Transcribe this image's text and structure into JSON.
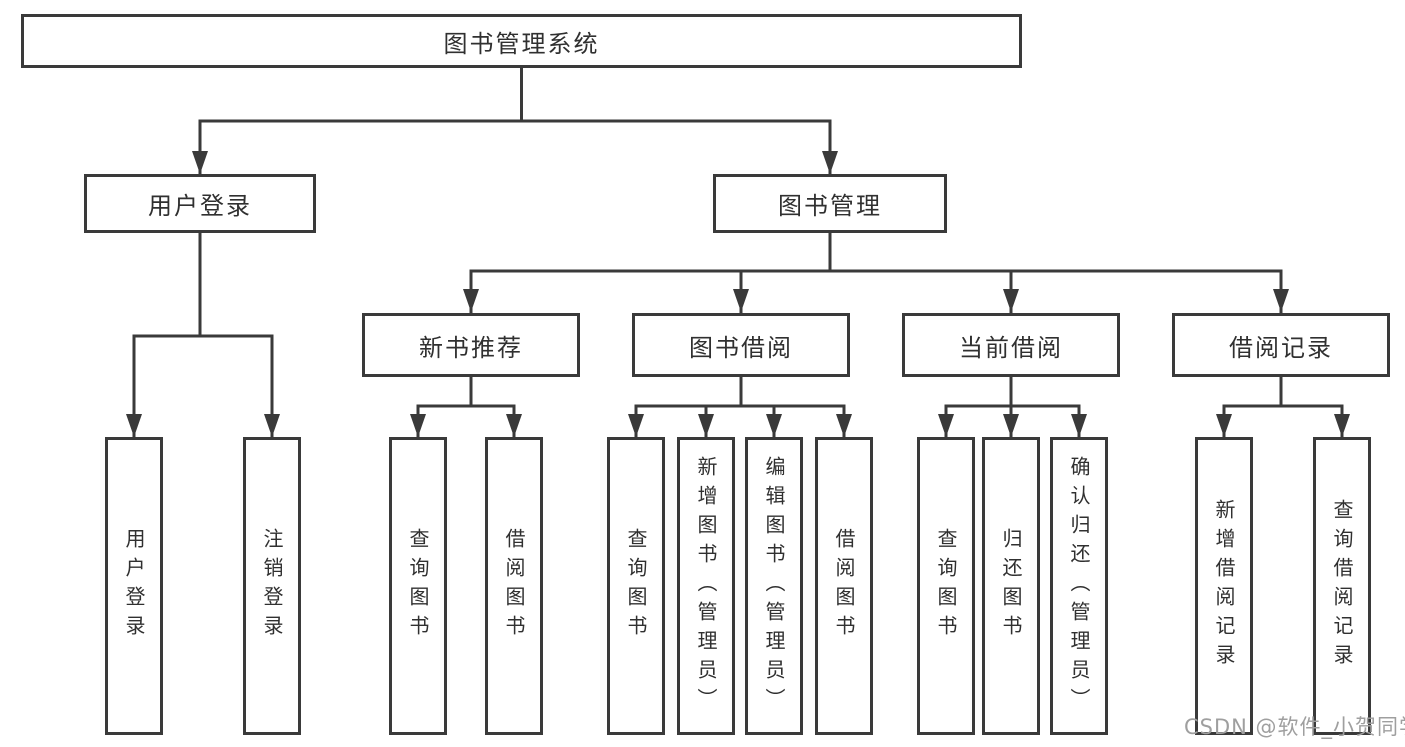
{
  "diagram": {
    "watermark": "CSDN @软件_小贺同学",
    "colors": {
      "line": "#3a3a3a",
      "text": "#303030",
      "background": "#ffffff",
      "watermark": "#9f9f9f"
    },
    "nodes": {
      "root": {
        "label": "图书管理系统"
      },
      "user_login": {
        "label": "用户登录"
      },
      "book_mgmt": {
        "label": "图书管理"
      },
      "new_book_rec": {
        "label": "新书推荐"
      },
      "book_borrow": {
        "label": "图书借阅"
      },
      "current_borrow": {
        "label": "当前借阅"
      },
      "borrow_record": {
        "label": "借阅记录"
      },
      "user_login_leaf": {
        "label": "用户登录"
      },
      "logout_leaf": {
        "label": "注销登录"
      },
      "rec_query_leaf": {
        "label": "查询图书"
      },
      "rec_borrow_leaf": {
        "label": "借阅图书"
      },
      "borrow_query_leaf": {
        "label": "查询图书"
      },
      "borrow_add_leaf": {
        "label": "新增图书（管理员）"
      },
      "borrow_edit_leaf": {
        "label": "编辑图书（管理员）"
      },
      "borrow_borrow_leaf": {
        "label": "借阅图书"
      },
      "current_query_leaf": {
        "label": "查询图书"
      },
      "current_return_leaf": {
        "label": "归还图书"
      },
      "current_confirm_leaf": {
        "label": "确认归还（管理员）"
      },
      "record_add_leaf": {
        "label": "新增借阅记录"
      },
      "record_query_leaf": {
        "label": "查询借阅记录"
      }
    }
  }
}
